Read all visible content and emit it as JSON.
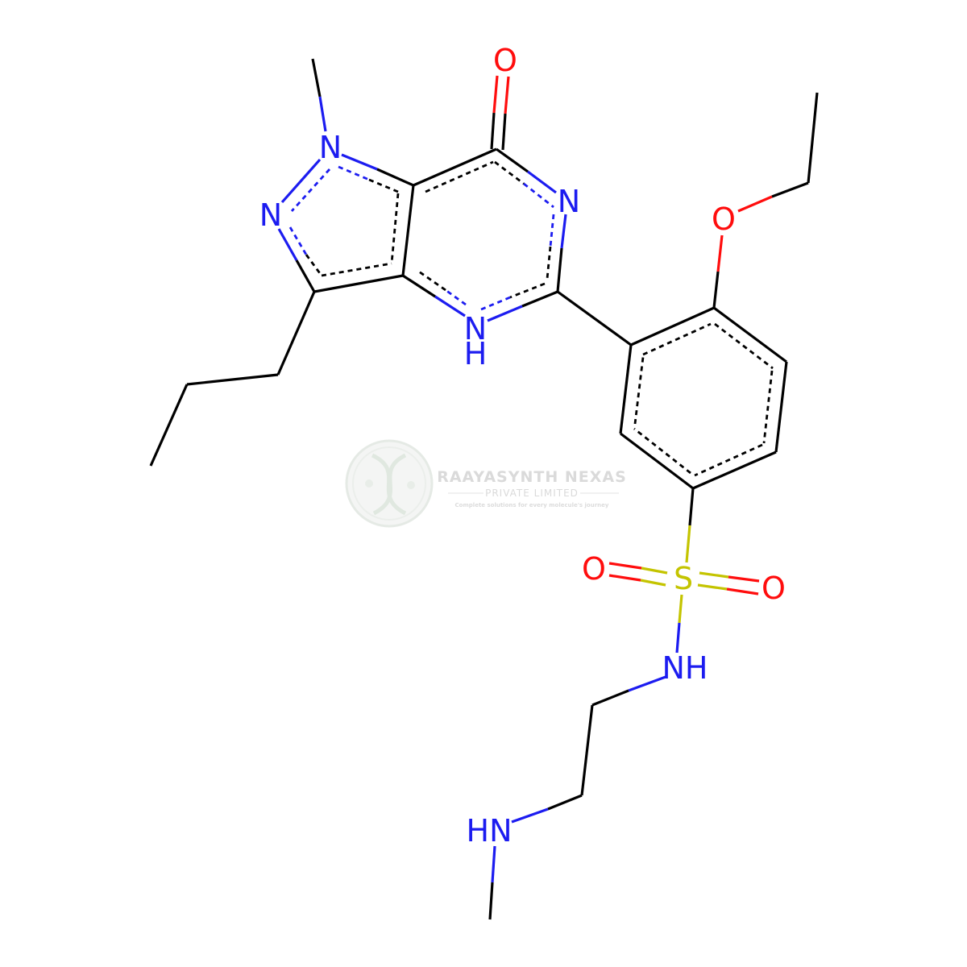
{
  "diagram": {
    "atoms": {
      "o_carbonyl": "O",
      "n1": "N",
      "n2": "N",
      "n6": "N",
      "n4": "N",
      "n4_h": "H",
      "o_ethoxy": "O",
      "o_sulfonyl_left": "O",
      "s_sulfonyl": "S",
      "o_sulfonyl_right": "O",
      "nh_sulfonamide": "NH",
      "hn_amine": "HN"
    },
    "colors": {
      "carbon_bond": "#000000",
      "nitrogen": "#1c1cf0",
      "oxygen": "#ff0d0d",
      "sulfur": "#c4c400"
    }
  },
  "watermark": {
    "title": "RAAYASYNTH NEXAS",
    "subtitle": "PRIVATE LIMITED",
    "tagline": "Complete solutions for every molecule's journey",
    "color": "#d6d6d6"
  }
}
